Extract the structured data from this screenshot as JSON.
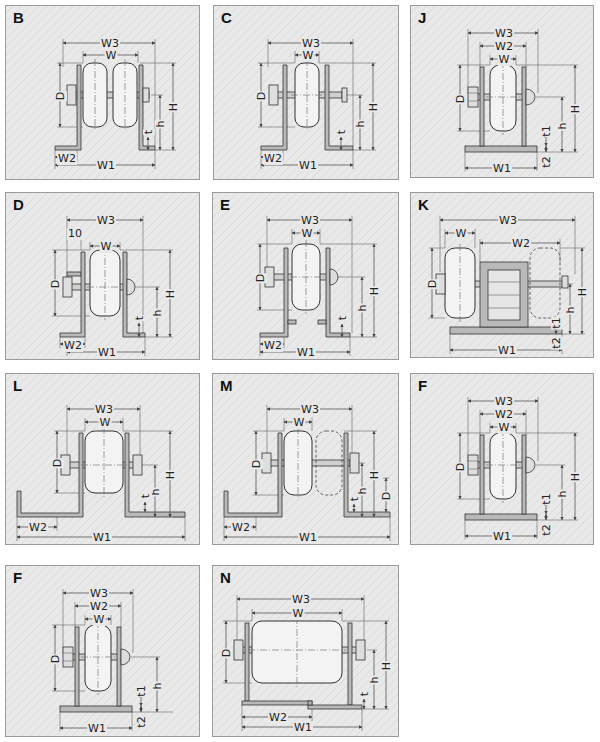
{
  "diagram": {
    "nodes": [
      {
        "text": [
          "B"
        ]
      },
      {
        "text": [
          "C"
        ]
      },
      {
        "text": [
          "J"
        ]
      },
      {
        "text": [
          "D"
        ]
      },
      {
        "text": [
          "E"
        ]
      },
      {
        "text": [
          "K"
        ]
      },
      {
        "text": [
          "L"
        ]
      },
      {
        "text": [
          "M"
        ]
      },
      {
        "text": [
          "F"
        ]
      },
      {
        "text": [
          "F"
        ]
      },
      {
        "text": [
          "N"
        ]
      }
    ],
    "labels": [
      "W3",
      "W",
      "D",
      "H",
      "h",
      "t",
      "W2",
      "W1",
      "W3",
      "W",
      "D",
      "H",
      "h",
      "t",
      "W2",
      "W1",
      "W3",
      "W2",
      "W",
      "D",
      "H",
      "h",
      "t1",
      "t2",
      "W1",
      "W3",
      "10",
      "W",
      "D",
      "H",
      "h",
      "t",
      "W2",
      "W1",
      "W3",
      "W",
      "D",
      "H",
      "h",
      "t",
      "W2",
      "W1",
      "W3",
      "W",
      "W2",
      "D",
      "h",
      "H",
      "t1",
      "t2",
      "W1",
      "W3",
      "W",
      "D",
      "h",
      "H",
      "t",
      "W2",
      "W1",
      "W3",
      "W",
      "D",
      "h",
      "H",
      "t",
      "D",
      "W2",
      "W1",
      "W3",
      "W2",
      "W",
      "D",
      "H",
      "h",
      "t1",
      "t2",
      "W1",
      "W3",
      "W2",
      "W",
      "D",
      "h",
      "t1",
      "t2",
      "W1",
      "W3",
      "W",
      "D",
      "H",
      "h",
      "t",
      "W2",
      "W1"
    ]
  }
}
